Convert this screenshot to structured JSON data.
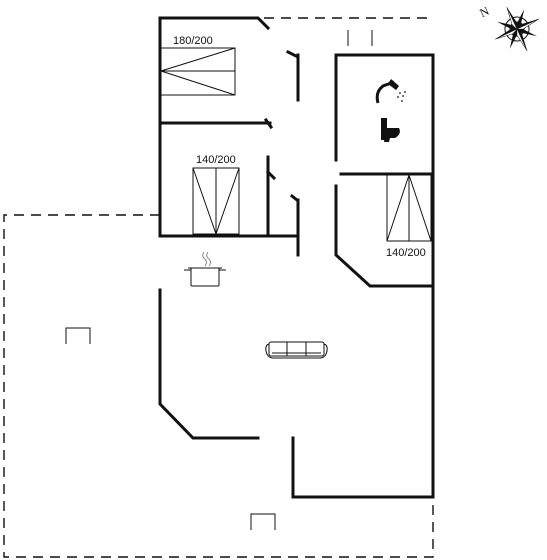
{
  "floorplan": {
    "bed_labels": {
      "upper_left_bed": "180/200",
      "middle_left_bed": "140/200",
      "right_bed": "140/200"
    },
    "compass": {
      "north_letter": "N",
      "icon": "compass-rose-icon"
    },
    "fixtures": [
      {
        "name": "shower",
        "icon": "shower-icon"
      },
      {
        "name": "toilet",
        "icon": "toilet-icon"
      },
      {
        "name": "cooking-pot",
        "icon": "cooking-pot-icon"
      },
      {
        "name": "sofa",
        "icon": "sofa-icon"
      },
      {
        "name": "terrace-chair-left",
        "icon": "chair-icon"
      },
      {
        "name": "terrace-chair-bottom",
        "icon": "chair-icon"
      }
    ]
  }
}
